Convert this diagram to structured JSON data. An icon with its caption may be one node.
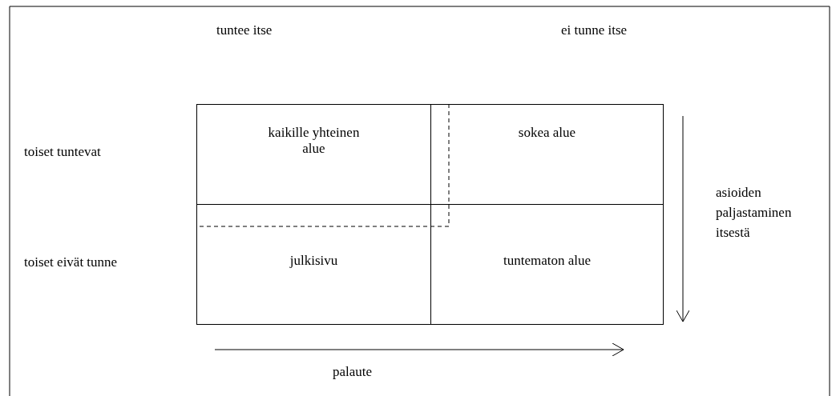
{
  "diagram": {
    "nodes": [
      {
        "text": [
          "kaikille yhteinen alue"
        ]
      },
      {
        "text": [
          "sokea alue"
        ]
      },
      {
        "text": [
          "julkisivu"
        ]
      },
      {
        "text": [
          "tuntematon alue"
        ]
      }
    ],
    "labels": [
      "tuntee itse",
      "ei tunne itse",
      "toiset tuntevat",
      "asioiden paljastaminen itsestä",
      "toiset eivät tunne",
      "palaute"
    ]
  }
}
